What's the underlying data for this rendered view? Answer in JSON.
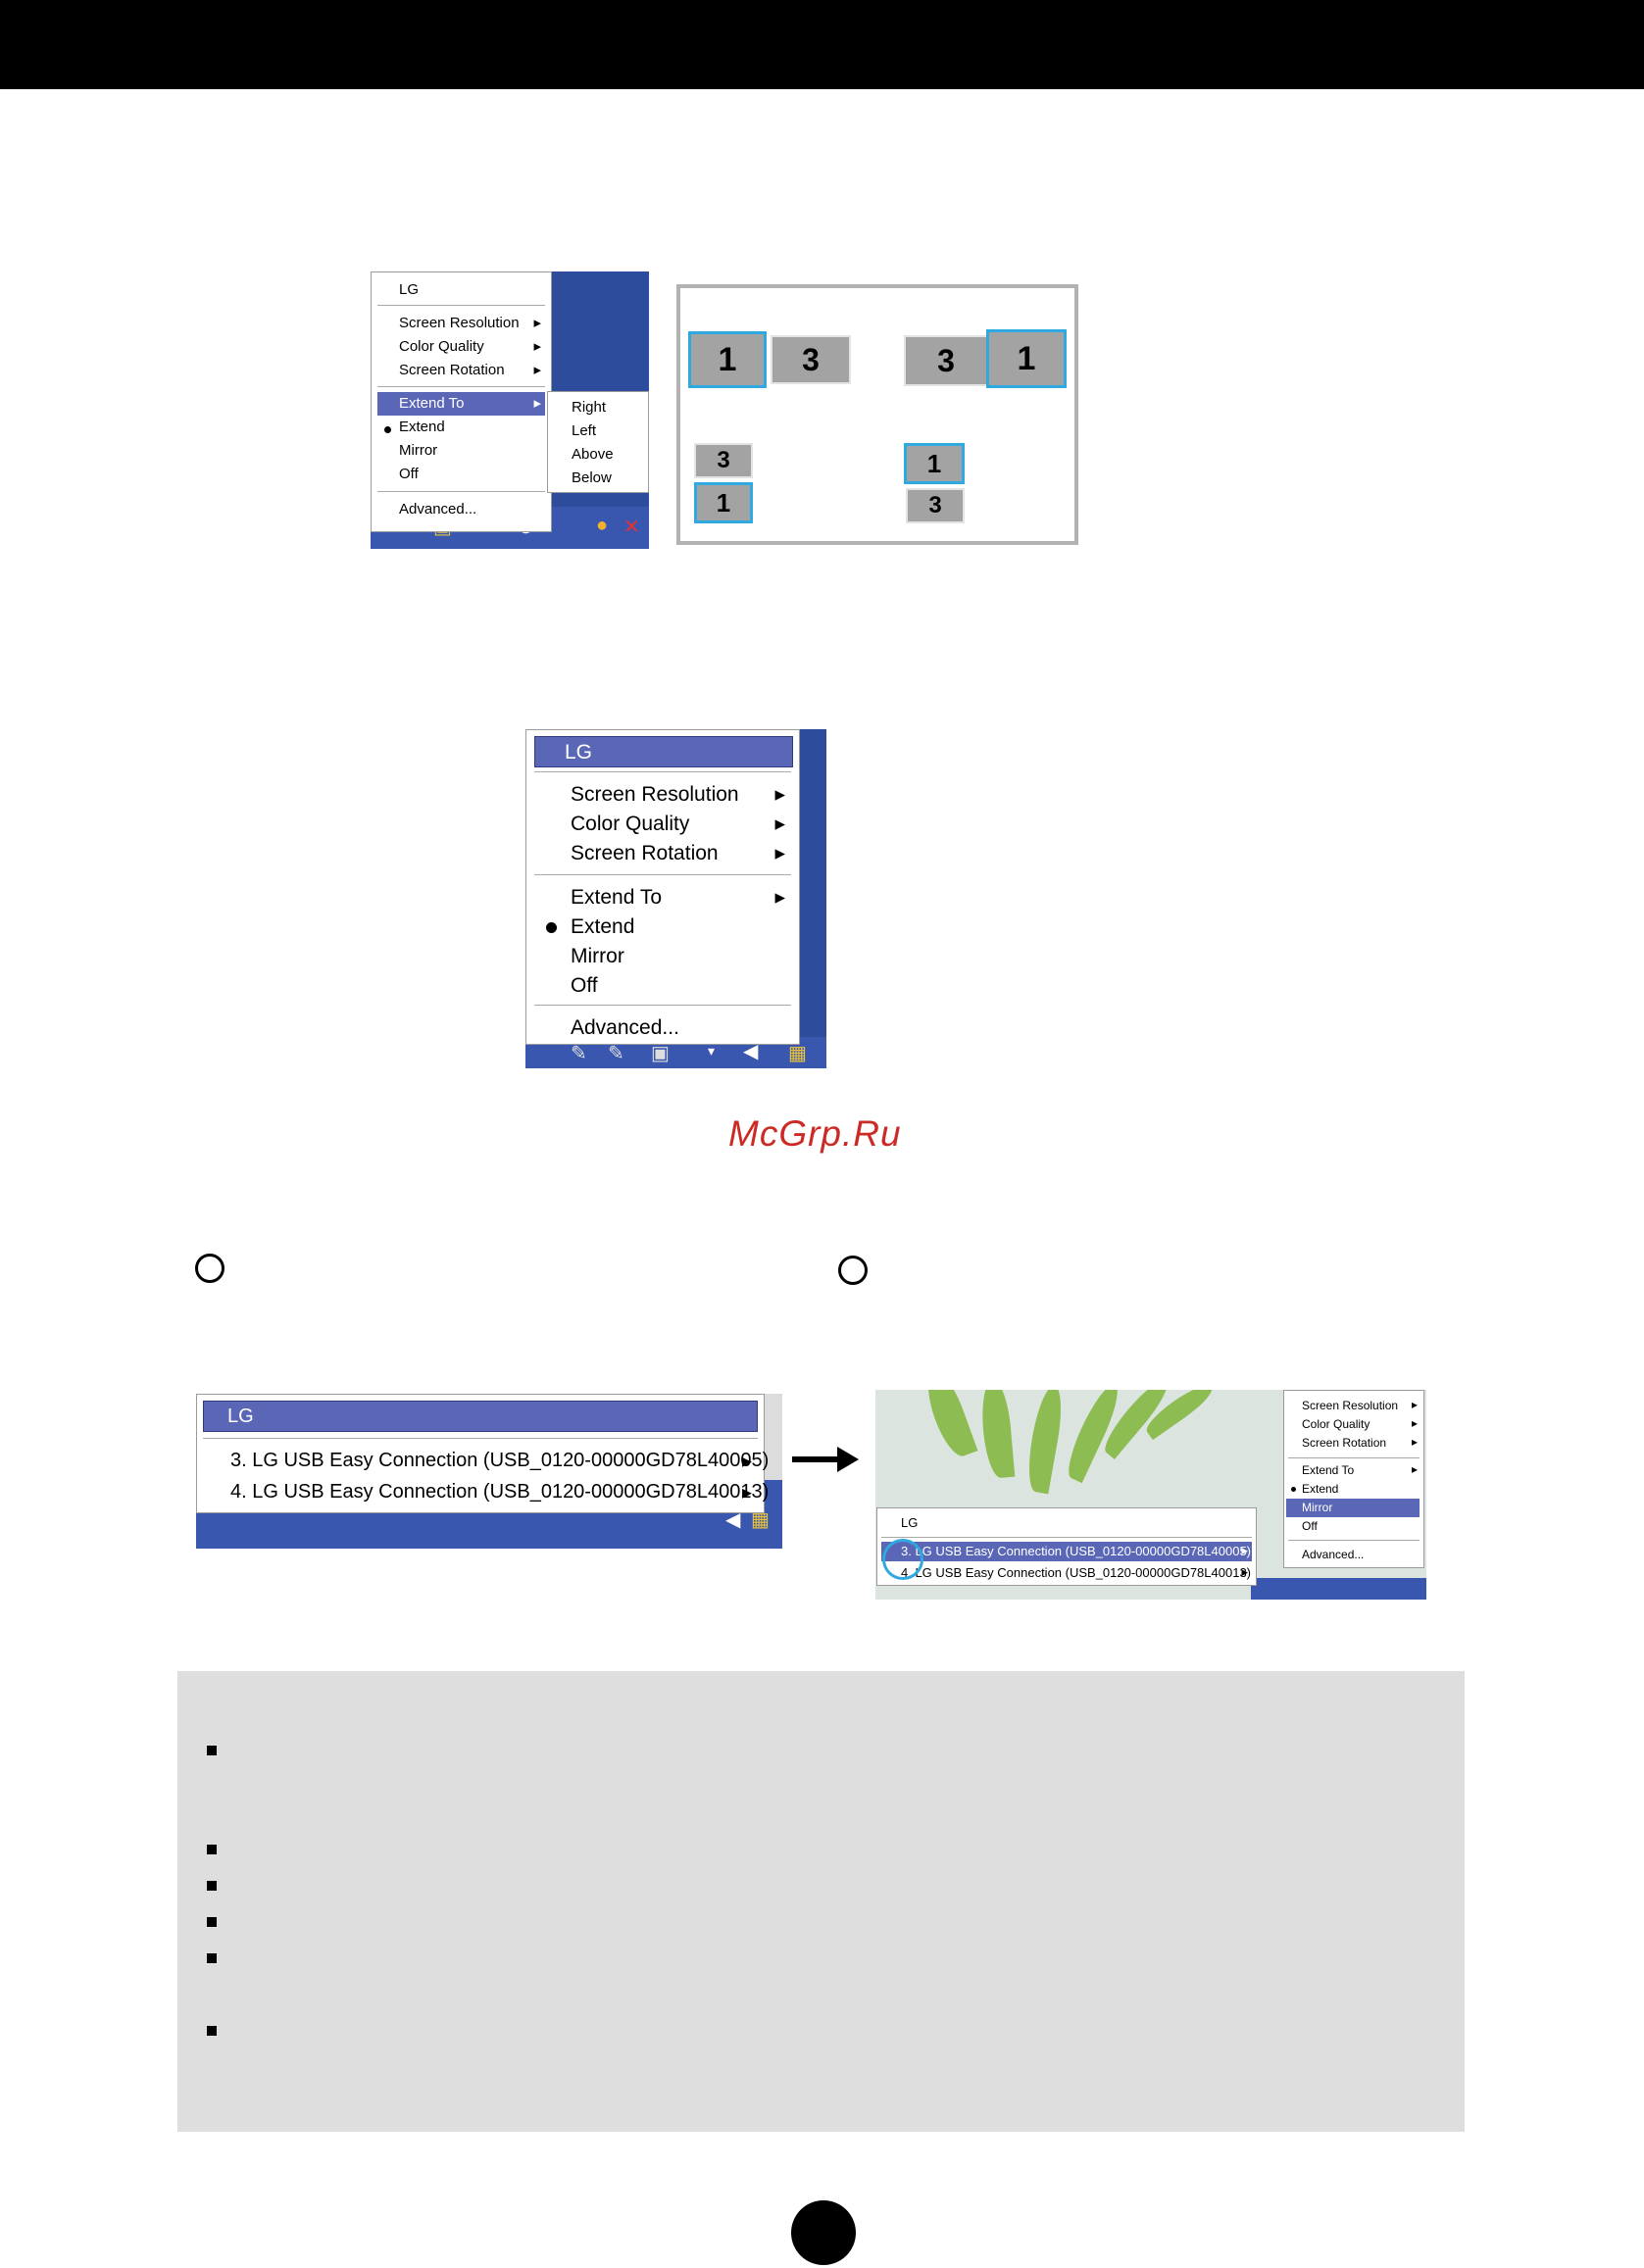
{
  "menu_small": {
    "header": "LG",
    "items": [
      "Screen Resolution",
      "Color Quality",
      "Screen Rotation"
    ],
    "items2": [
      "Extend To",
      "Extend",
      "Mirror",
      "Off"
    ],
    "advanced": "Advanced...",
    "submenu": [
      "Right",
      "Left",
      "Above",
      "Below"
    ]
  },
  "diagram": {
    "right": [
      "1",
      "3"
    ],
    "left": [
      "3",
      "1"
    ],
    "below": [
      "3",
      "1"
    ],
    "above": [
      "1",
      "3"
    ]
  },
  "menu_large": {
    "header": "LG",
    "items": [
      "Screen Resolution",
      "Color Quality",
      "Screen Rotation"
    ],
    "items2": [
      "Extend To",
      "Extend",
      "Mirror",
      "Off"
    ],
    "advanced": "Advanced..."
  },
  "watermark": "McGrp.Ru",
  "usb_menu": {
    "header": "LG",
    "devices": [
      "3. LG USB Easy Connection (USB_0120-00000GD78L40005)",
      "4. LG USB Easy Connection (USB_0120-00000GD78L40013)"
    ]
  },
  "menu_right": {
    "items": [
      "Screen Resolution",
      "Color Quality",
      "Screen Rotation"
    ],
    "items2": [
      "Extend To",
      "Extend",
      "Mirror",
      "Off"
    ],
    "advanced": "Advanced...",
    "header": "LG",
    "devices": [
      "3. LG USB Easy Connection (USB_0120-00000GD78L40005)",
      "4. LG USB Easy Connection (USB_0120-00000GD78L40013)"
    ]
  }
}
